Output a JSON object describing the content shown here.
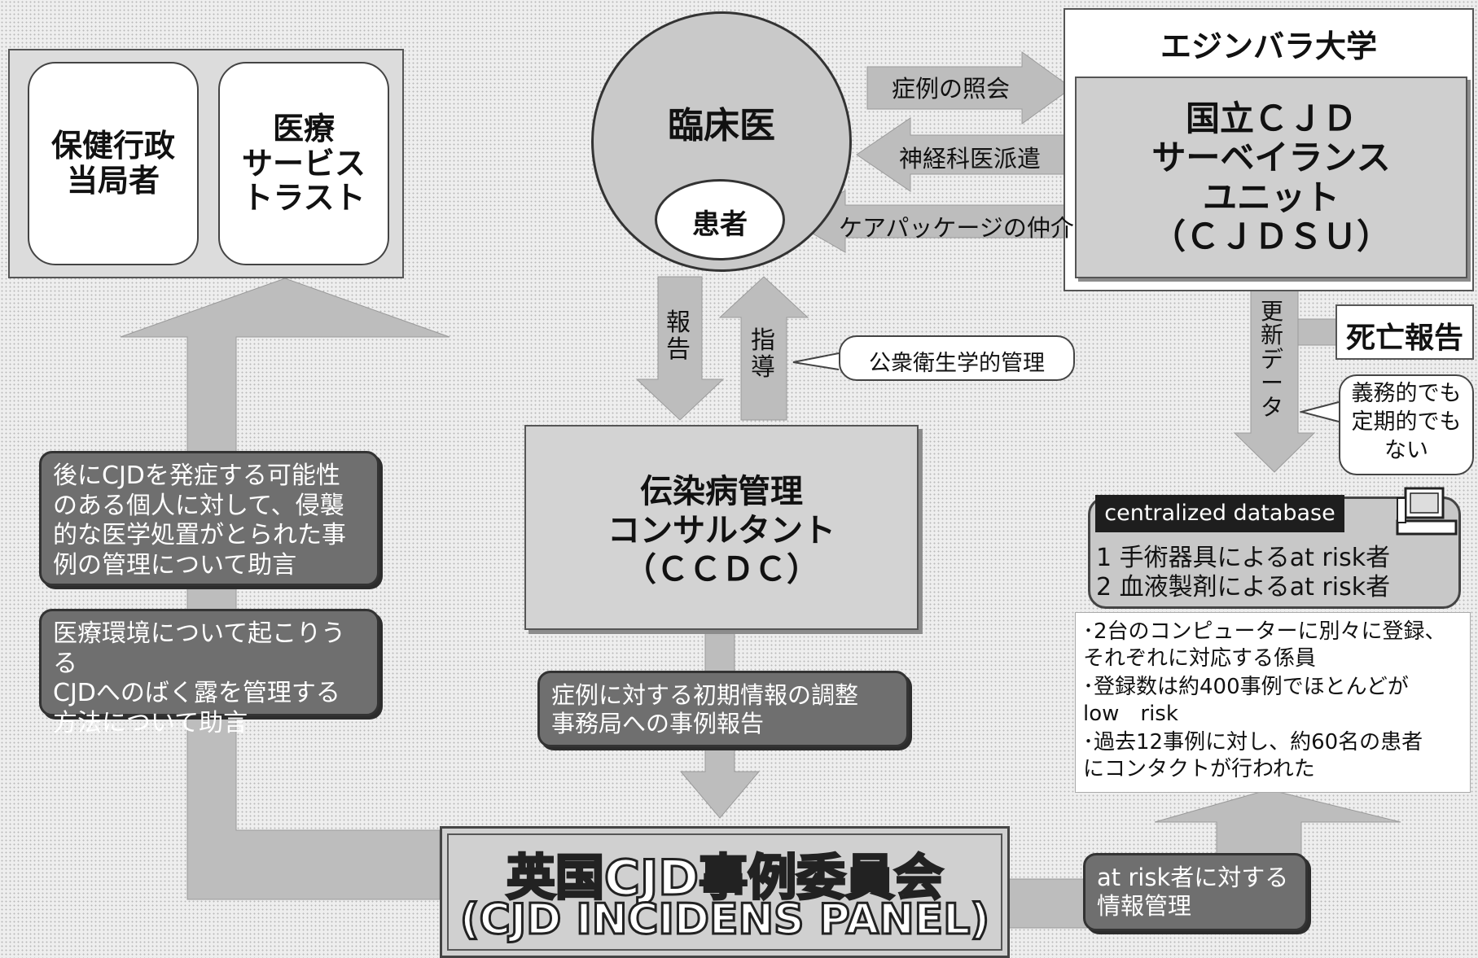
{
  "left_group": {
    "admin": "保健行政\n当局者",
    "trust": "医療\nサービス\nトラスト"
  },
  "clinician": {
    "label": "臨床医",
    "patient": "患者"
  },
  "university": {
    "title": "エジンバラ大学",
    "unit": "国立ＣＪＤ\nサーベイランス\nユニット\n（ＣＪＤＳＵ）"
  },
  "arrows": {
    "case_inquiry": "症例の照会",
    "neuro_dispatch": "神経科医派遣",
    "care_package": "ケアパッケージの仲介",
    "report": "報\n告",
    "guidance": "指\n導",
    "update_data": "更\n新\nデ\nー\nタ"
  },
  "callouts": {
    "public_health": "公衆衛生学的管理",
    "not_mandatory": "義務的でも\n定期的でも\nない"
  },
  "death_report": "死亡報告",
  "ccdc": {
    "label": "伝染病管理\nコンサルタント\n（ＣＣＤＣ）"
  },
  "advice": {
    "invasive": "後にCJDを発症する可能性\nのある個人に対して、侵襲\n的な医学処置がとられた事\n例の管理について助言",
    "environment": "医療環境について起こりうる\nCJDへのばく露を管理する\n方法について助言"
  },
  "initial_info": "症例に対する初期情報の調整\n事務局への事例報告",
  "database": {
    "header": "centralized database",
    "lines": [
      "1 手術器具によるat risk者",
      "2 血液製剤によるat risk者"
    ]
  },
  "notes": [
    "･2台のコンピューターに別々に登録、\nそれぞれに対応する係員",
    "･登録数は約400事例でほとんどが\n low　risk",
    "･過去12事例に対し、約60名の患者\nにコンタクトが行われた"
  ],
  "at_risk_mgmt": "at risk者に対する\n情報管理",
  "panel": {
    "title": "英国CJD事例委員会",
    "subtitle": "(CJD INCIDENS PANEL)"
  },
  "colors": {
    "arrow": "#bdbdbd",
    "dark_box": "#6f6f6f",
    "header": "#1e1e1e"
  }
}
